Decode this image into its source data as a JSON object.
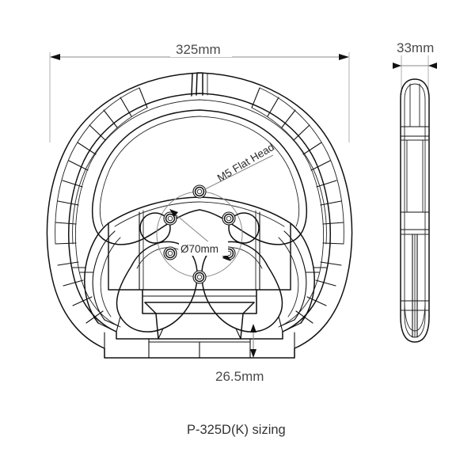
{
  "drawing": {
    "title": "P-325D(K) sizing",
    "subject": "steering-wheel-technical-drawing",
    "background_color": "#ffffff",
    "line_color": "#111111",
    "dimension_color": "#8a8a8a",
    "views": {
      "front": {
        "name": "front-view"
      },
      "side": {
        "name": "side-view"
      }
    },
    "dimensions": {
      "width": {
        "label": "325mm",
        "name": "overall-width-dimension",
        "orientation": "horizontal",
        "applies_to": "front-view"
      },
      "side_thickness": {
        "label": "33mm",
        "name": "side-thickness-dimension",
        "orientation": "horizontal",
        "applies_to": "side-view"
      },
      "bottom_bar": {
        "label": "26.5mm",
        "name": "bottom-bar-dimension",
        "orientation": "vertical",
        "applies_to": "front-view"
      },
      "bolt_circle": {
        "label": "Ø70mm",
        "name": "bolt-circle-diameter",
        "applies_to": "hub"
      }
    },
    "annotations": {
      "bolt_spec": {
        "label": "M5 Flat Head",
        "name": "bolt-spec-callout",
        "rotation_deg": -31
      }
    },
    "hub": {
      "bolt_hole_count": 6,
      "bolt_circle_diameter_mm": 70,
      "button_hole_count": 2
    }
  }
}
